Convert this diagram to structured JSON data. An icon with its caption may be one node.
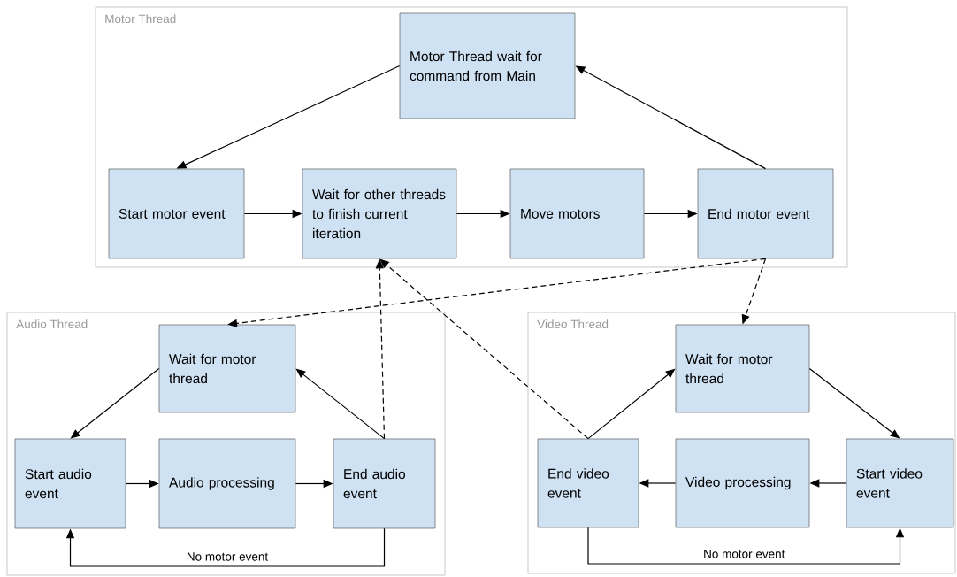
{
  "diagram": {
    "nodes": [
      {
        "text": [
          "Motor Thread"
        ]
      },
      {
        "text": [
          "Motor Thread wait for command from Main"
        ],
        "in": 0
      },
      {
        "text": [
          "Start motor event"
        ],
        "in": 0
      },
      {
        "text": [
          "Wait for other threads to finish current iteration"
        ],
        "in": 0
      },
      {
        "text": [
          "Move motors"
        ],
        "in": 0
      },
      {
        "text": [
          "End motor event"
        ],
        "in": 0
      },
      {
        "text": [
          "Audio Thread"
        ]
      },
      {
        "text": [
          "Wait for motor thread"
        ],
        "in": 6
      },
      {
        "text": [
          "Start audio event"
        ],
        "in": 6
      },
      {
        "text": [
          "Audio processing"
        ],
        "in": 6
      },
      {
        "text": [
          "End audio event"
        ],
        "in": 6
      },
      {
        "text": [
          "Video Thread"
        ]
      },
      {
        "text": [
          "Wait for motor thread"
        ],
        "in": 11
      },
      {
        "text": [
          "End video event"
        ],
        "in": 11
      },
      {
        "text": [
          "Video processing"
        ],
        "in": 11
      },
      {
        "text": [
          "Start video event"
        ],
        "in": 11
      }
    ],
    "edges": [
      {
        "from": 1,
        "to": 2,
        "arrow": "to"
      },
      {
        "from": 2,
        "to": 3,
        "arrow": "to"
      },
      {
        "from": 3,
        "to": 4,
        "arrow": "to"
      },
      {
        "from": 4,
        "to": 5,
        "arrow": "to"
      },
      {
        "from": 5,
        "to": 1,
        "arrow": "to"
      },
      {
        "from": 5,
        "to": 7,
        "arrow": "to",
        "style": "dashed"
      },
      {
        "from": 5,
        "to": 12,
        "arrow": "to",
        "style": "dashed"
      },
      {
        "from": 10,
        "to": 3,
        "arrow": "to",
        "style": "dashed"
      },
      {
        "from": 13,
        "to": 3,
        "arrow": "to",
        "style": "dashed"
      },
      {
        "from": 7,
        "to": 8,
        "arrow": "to"
      },
      {
        "from": 8,
        "to": 9,
        "arrow": "to"
      },
      {
        "from": 9,
        "to": 10,
        "arrow": "to"
      },
      {
        "from": 10,
        "to": 7,
        "arrow": "to"
      },
      {
        "from": 10,
        "to": 8,
        "arrow": "to",
        "label": "No motor event"
      },
      {
        "from": 12,
        "to": 15,
        "arrow": "to"
      },
      {
        "from": 15,
        "to": 14,
        "arrow": "to"
      },
      {
        "from": 14,
        "to": 13,
        "arrow": "to"
      },
      {
        "from": 13,
        "to": 12,
        "arrow": "to"
      },
      {
        "from": 13,
        "to": 15,
        "arrow": "to",
        "label": "No motor event"
      }
    ]
  }
}
